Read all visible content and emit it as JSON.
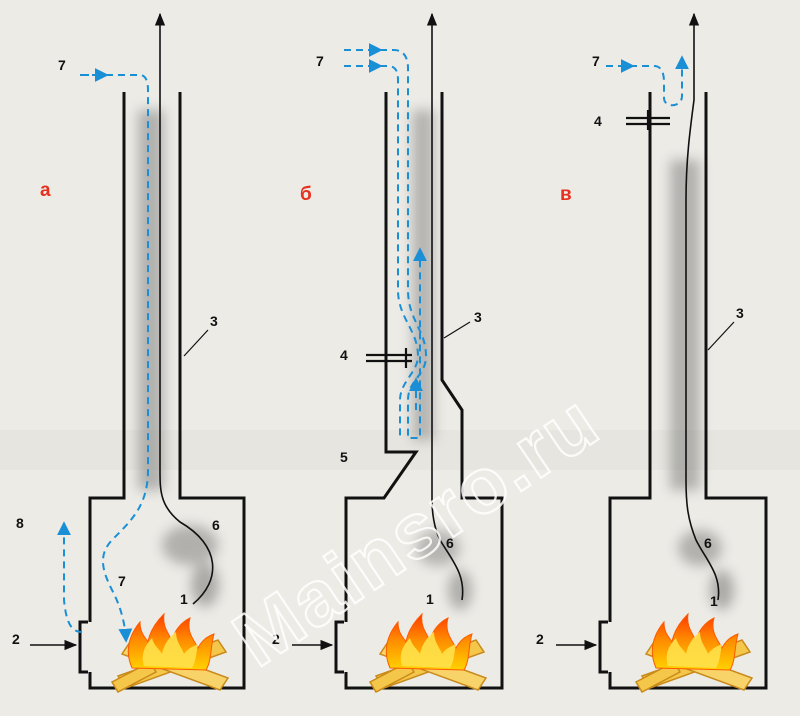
{
  "panels": [
    {
      "id": "a",
      "label": "а"
    },
    {
      "id": "b",
      "label": "б"
    },
    {
      "id": "c",
      "label": "в"
    }
  ],
  "labels": {
    "a": {
      "n7_top": "7",
      "n3": "3",
      "n6": "6",
      "n8": "8",
      "n7_low": "7",
      "n1": "1",
      "n2": "2"
    },
    "b": {
      "n7": "7",
      "n3": "3",
      "n4": "4",
      "n5": "5",
      "n6": "6",
      "n1": "1",
      "n2": "2"
    },
    "c": {
      "n7": "7",
      "n4": "4",
      "n3": "3",
      "n6": "6",
      "n1": "1",
      "n2": "2"
    }
  },
  "watermark": "Mainsro.ru",
  "colors": {
    "panel_label": "#e8301e",
    "air_flow": "#1a8fd6",
    "walls": "#111111",
    "flame_outer": "#ff6a00",
    "flame_inner": "#ffd200",
    "wood": "#f4c64a"
  }
}
